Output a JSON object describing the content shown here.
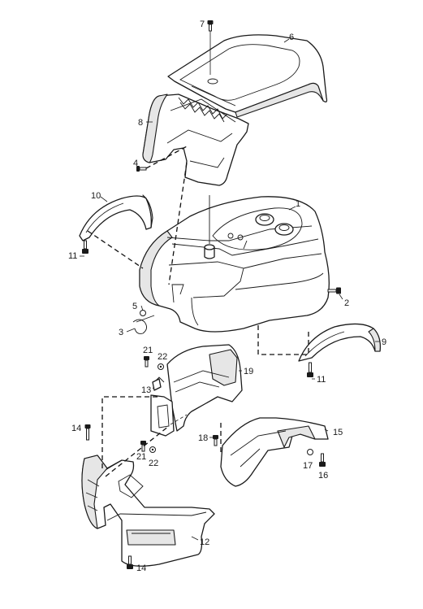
{
  "callouts": {
    "c1": "1",
    "c2": "2",
    "c3": "3",
    "c4": "4",
    "c5": "5",
    "c6": "6",
    "c7": "7",
    "c8": "8",
    "c9": "9",
    "c10": "10",
    "c11a": "11",
    "c11b": "11",
    "c12": "12",
    "c13": "13",
    "c14a": "14",
    "c14b": "14",
    "c15": "15",
    "c16": "16",
    "c17": "17",
    "c18": "18",
    "c19": "19",
    "c21a": "21",
    "c21b": "21",
    "c22a": "22",
    "c22b": "22"
  }
}
